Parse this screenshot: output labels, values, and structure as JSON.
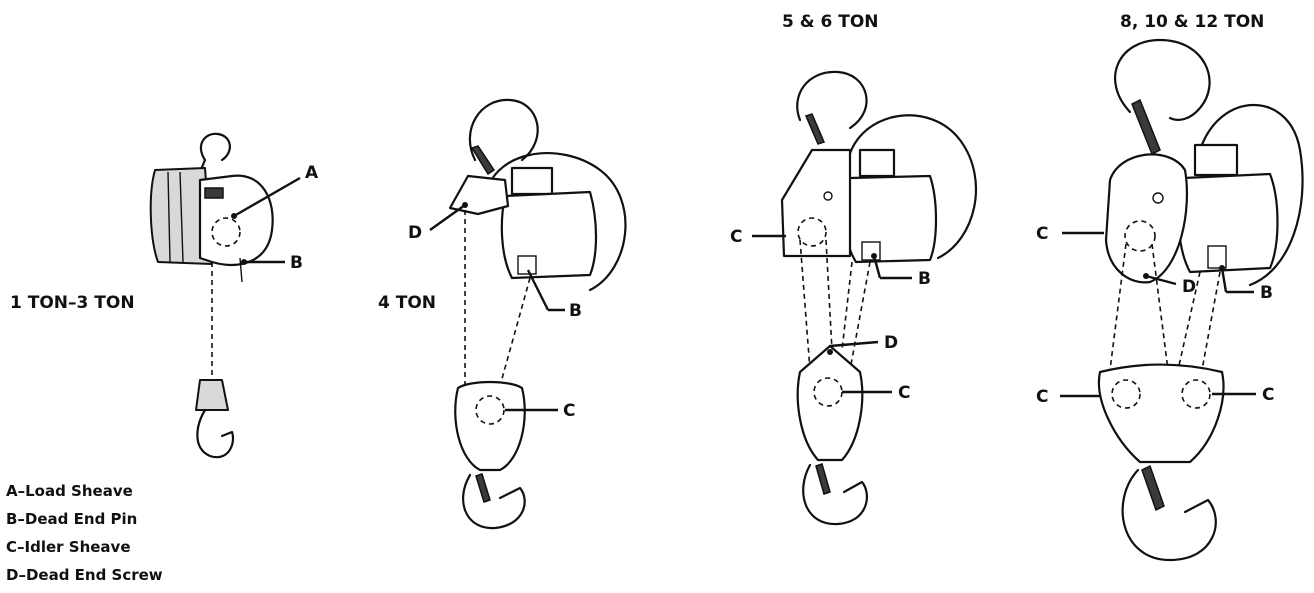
{
  "models": [
    {
      "id": "1-3",
      "size_label": "1 TON–3 TON",
      "callouts": [
        "A",
        "B"
      ]
    },
    {
      "id": "4",
      "size_label": "4 TON",
      "callouts": [
        "D",
        "B",
        "C"
      ]
    },
    {
      "id": "5-6",
      "size_label": "5 & 6 TON",
      "callouts": [
        "C",
        "B",
        "D",
        "C"
      ]
    },
    {
      "id": "8-12",
      "size_label": "8, 10 & 12 TON",
      "callouts": [
        "C",
        "D",
        "B",
        "C",
        "C"
      ]
    }
  ],
  "legend": [
    "A–Load Sheave",
    "B–Dead End Pin",
    "C–Idler Sheave",
    "D–Dead End Screw"
  ]
}
